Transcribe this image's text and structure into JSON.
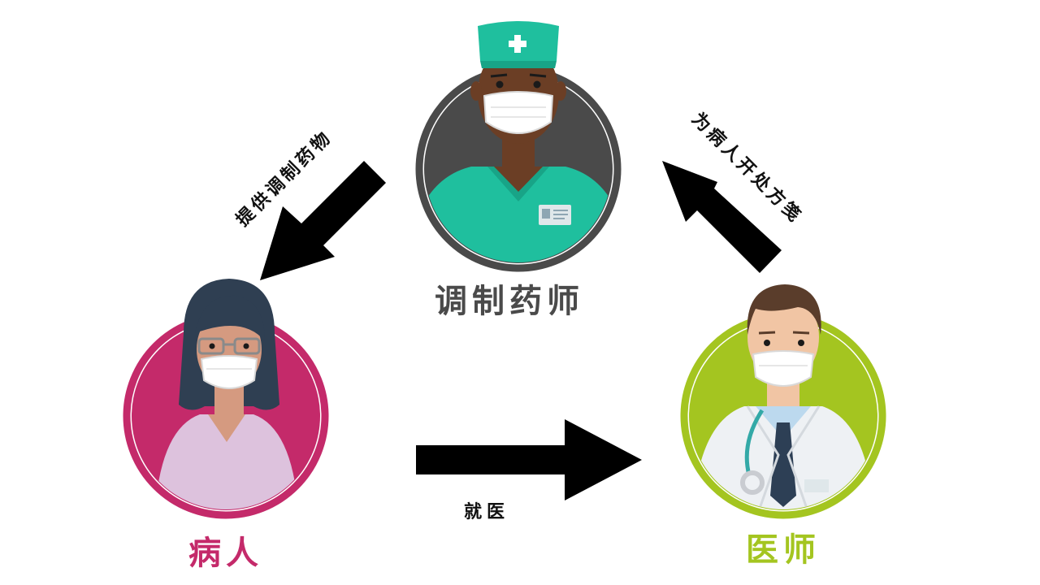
{
  "roles": {
    "pharmacist": "调制药师",
    "patient": "病人",
    "doctor": "医师"
  },
  "edges": {
    "provide": "提供调制药物",
    "prescribe": "为病人开处方笺",
    "visit": "就医"
  },
  "colors": {
    "pharmacist_ring": "#4a4a4a",
    "patient_ring": "#c42a6a",
    "doctor_ring": "#a4c520",
    "scrubs": "#1fbf9e",
    "arrow": "#000000"
  }
}
